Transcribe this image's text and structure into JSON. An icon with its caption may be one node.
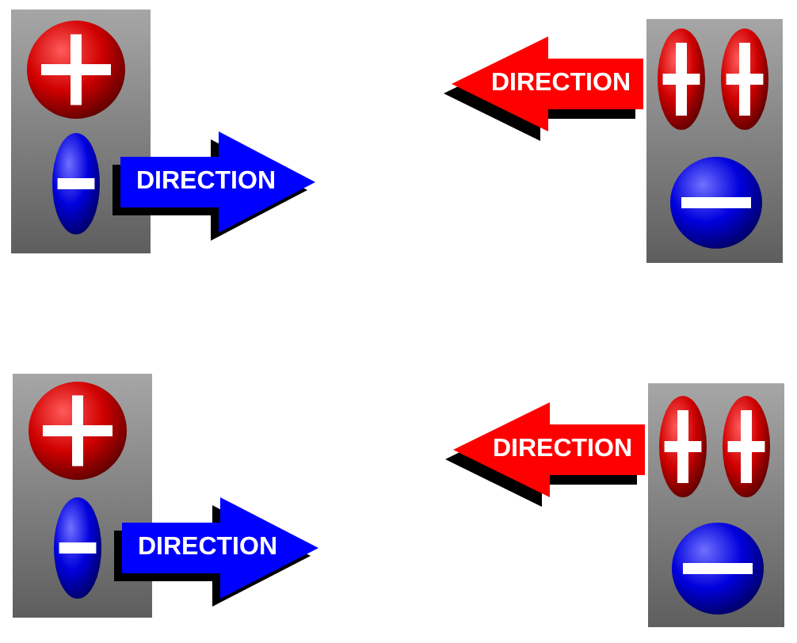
{
  "diagram": {
    "labels": [
      "DIRECTION",
      "DIRECTION",
      "DIRECTION",
      "DIRECTION"
    ]
  }
}
